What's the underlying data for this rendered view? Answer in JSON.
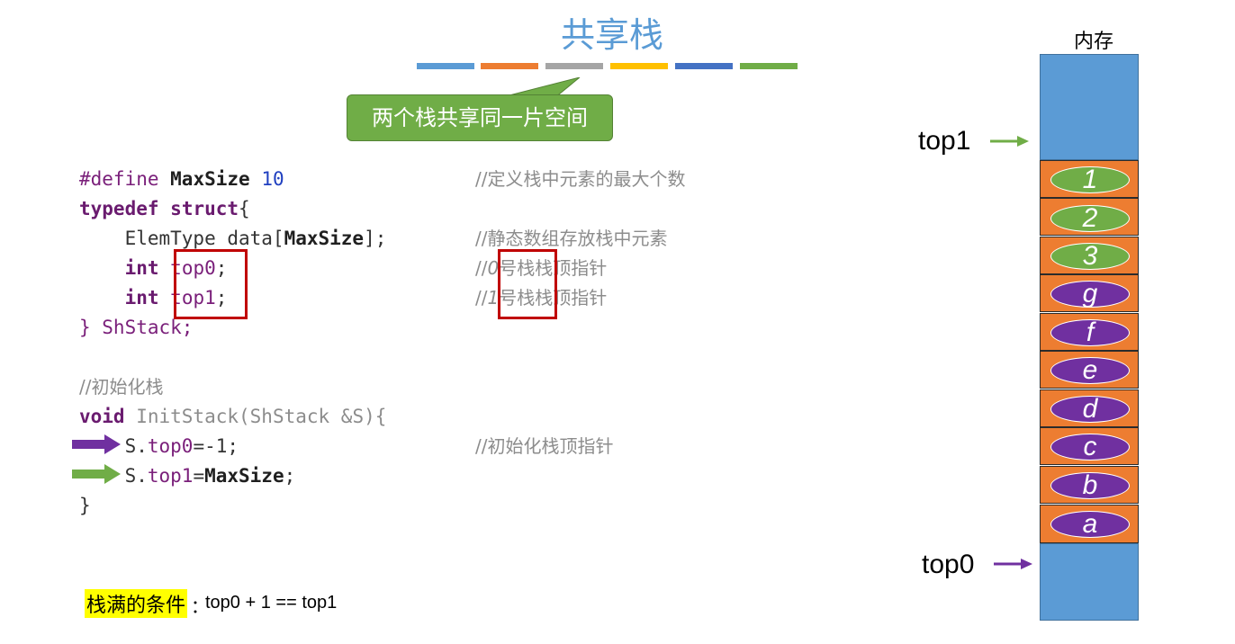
{
  "title": "共享栈",
  "title_color": "#5a9bd5",
  "color_bars": [
    "#5b9bd5",
    "#ed7d31",
    "#a5a5a5",
    "#ffc000",
    "#4472c4",
    "#70ad47"
  ],
  "callout": "两个栈共享同一片空间",
  "code": {
    "l1": {
      "a": "#define ",
      "b": "MaxSize",
      "c": " ",
      "d": "10"
    },
    "l1_cmt": "//定义栈中元素的最大个数",
    "l2": {
      "a": "typedef",
      "b": " ",
      "c": "struct",
      "d": "{"
    },
    "l3": {
      "a": "    ElemType data[",
      "b": "MaxSize",
      "c": "];"
    },
    "l3_cmt": "//静态数组存放栈中元素",
    "l4": {
      "a": "    int",
      "b": " ",
      "c": "top0",
      "d": ";"
    },
    "l4_cmt_a": "//",
    "l4_cmt_b": "0",
    "l4_cmt_c": "号栈栈顶指针",
    "l5": {
      "a": "    int",
      "b": " ",
      "c": "top1",
      "d": ";"
    },
    "l5_cmt_a": "//",
    "l5_cmt_b": "1",
    "l5_cmt_c": "号栈栈顶指针",
    "l6": "} ShStack;",
    "l8": "//初始化栈",
    "l9": {
      "a": "void",
      "b": " InitStack(ShStack &S){"
    },
    "l10": {
      "a": "    S.",
      "b": "top0",
      "c": "=-1;"
    },
    "l10_cmt": "//初始化栈顶指针",
    "l11": {
      "a": "    S.",
      "b": "top1",
      "c": "=",
      "d": "MaxSize",
      "e": ";"
    },
    "l12": "}"
  },
  "condition": {
    "label": "栈满的条件",
    "colon": "：",
    "expr": "top0 + 1 == top1"
  },
  "memory": {
    "label": "内存",
    "stack1_items": [
      "1",
      "2",
      "3"
    ],
    "stack0_items": [
      "g",
      "f",
      "e",
      "d",
      "c",
      "b",
      "a"
    ],
    "top1_label": "top1",
    "top0_label": "top0"
  },
  "colors": {
    "green": "#70ad47",
    "purple": "#7030a0",
    "orange": "#ed7d31",
    "blue": "#5b9bd5",
    "red": "#c00000"
  }
}
